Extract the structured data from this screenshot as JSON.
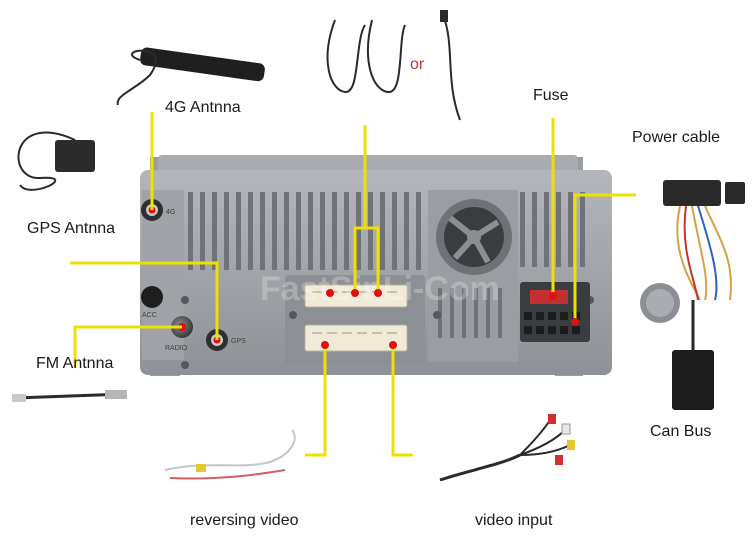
{
  "labels": {
    "antenna_4g": "4G Antnna",
    "gps_antenna": "GPS Antnna",
    "fm_antenna": "FM Antnna",
    "or_text": "or",
    "fuse": "Fuse",
    "power_cable": "Power cable",
    "can_bus": "Can Bus",
    "reversing_video": "reversing video",
    "video_input": "video input"
  },
  "unit_markings": {
    "port_4g": "4G",
    "port_radio": "RADIO",
    "port_gps": "GPS",
    "port_acc": "ACC"
  },
  "watermark": "FastSinLi-Com",
  "colors": {
    "leader_line": "#f0e000",
    "marker_dot": "#e01010",
    "unit_body": "#9a9ea2",
    "unit_dark": "#7d8186",
    "connector": "#f1ead7",
    "cable": "#2a2a2a"
  }
}
